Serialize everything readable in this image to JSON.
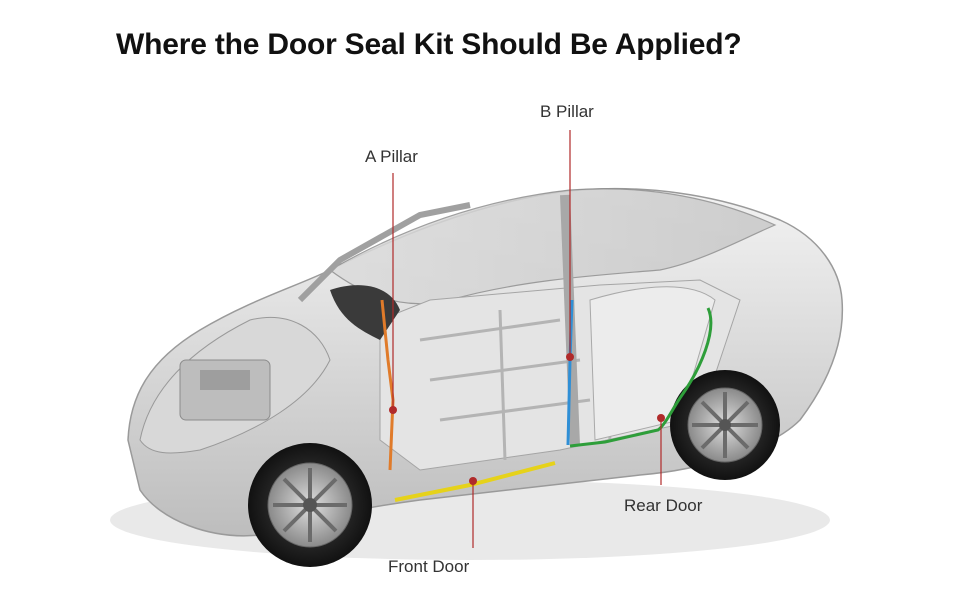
{
  "title": "Where the Door Seal Kit Should Be Applied?",
  "callouts": {
    "a_pillar": "A Pillar",
    "b_pillar": "B Pillar",
    "front_door": "Front Door",
    "rear_door": "Rear Door"
  },
  "colors": {
    "leader_line": "#b02a2a",
    "a_pillar_seal": "#e07b2a",
    "b_pillar_seal": "#2f8fd6",
    "front_door_seal": "#e6d21a",
    "rear_door_seal": "#2e9e3a"
  }
}
